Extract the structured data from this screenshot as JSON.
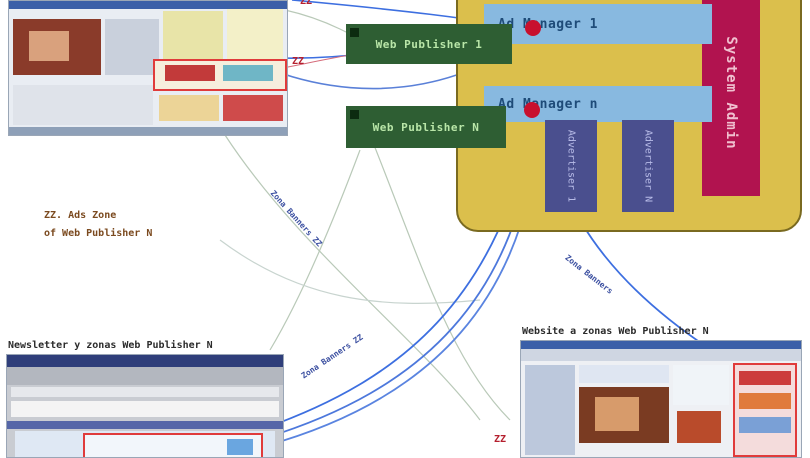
{
  "diagram": {
    "web_publisher_1": "Web Publisher 1",
    "web_publisher_n": "Web Publisher N",
    "ad_manager_1": "Ad Manager 1",
    "ad_manager_n": "Ad Manager n",
    "system_admin": "System Admin",
    "col_label_a": "Advertiser 1",
    "col_label_b": "Advertiser N",
    "zone_label_line1": "ZZ. Ads Zone",
    "zone_label_line2": "of Web Publisher N",
    "zone_marker_top": "ZZ",
    "zone_marker_bottom": "ZZ",
    "bottom_left_title": "Newsletter y zonas Web Publisher N",
    "bottom_right_title": "Website a zonas Web Publisher N",
    "link_label_1": "Zona Banners ZZ",
    "link_label_2": "Zona Banners ZZ",
    "link_label_3": "Zona Banners",
    "colors": {
      "publisher_box": "#2e5e33",
      "ad_manager_box": "#88b9e0",
      "system_admin": "#b1134f",
      "container": "#dbbf4c",
      "node_dot": "#c8102e",
      "blue_link": "#3d6fe0"
    }
  }
}
